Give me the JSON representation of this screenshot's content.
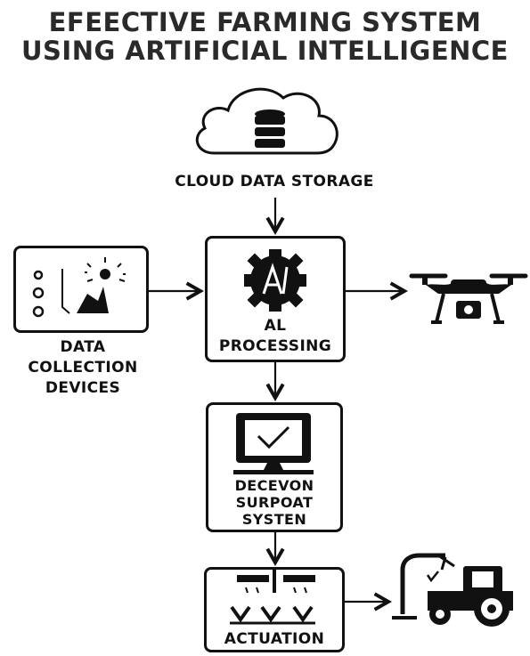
{
  "title": {
    "line1": "EFEECTIVE FARMING SYSTEM",
    "line2": "USING ARTIFICIAL INTELLIGENCE"
  },
  "nodes": {
    "cloud": {
      "label": "CLOUD DATA STORAGE",
      "icon": "cloud-database-icon"
    },
    "data_collection": {
      "label_lines": [
        "DATA",
        "COLLECTION",
        "DEVICES"
      ],
      "icon": "sensor-device-icon"
    },
    "ai_processing": {
      "label_lines": [
        "AL",
        "PROCESSING"
      ],
      "icon": "ai-gear-icon"
    },
    "drone": {
      "icon": "drone-icon"
    },
    "decision_support": {
      "label_lines": [
        "DECEVON",
        "SURPOAT",
        "SYSTEN"
      ],
      "icon": "monitor-check-icon"
    },
    "actuation": {
      "label": "ACTUATION",
      "icon": "sprinkler-icon"
    },
    "tractor": {
      "icon": "tractor-icon"
    }
  },
  "colors": {
    "stroke": "#111111",
    "background": "#ffffff"
  }
}
